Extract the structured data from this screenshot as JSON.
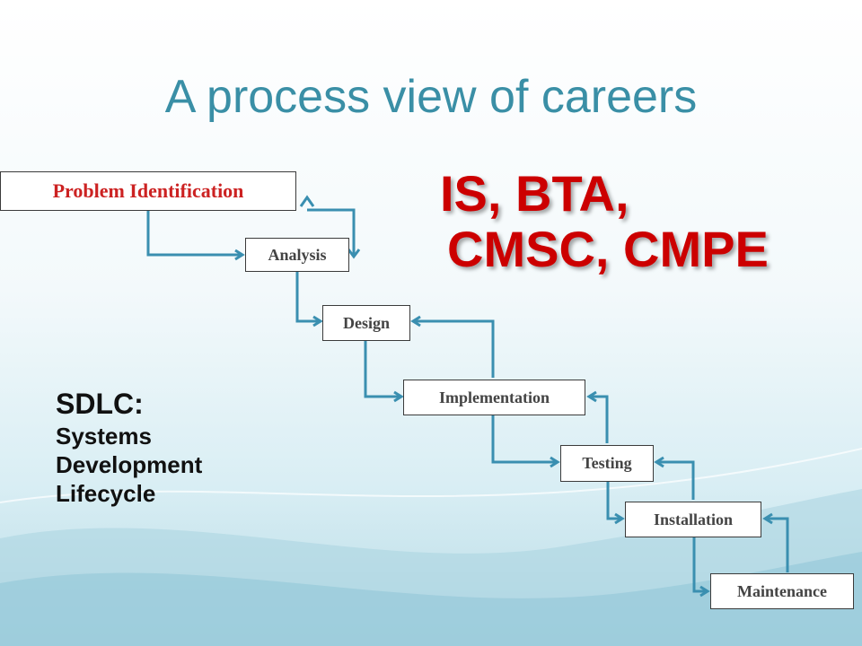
{
  "title": "A process view of careers",
  "callout": {
    "line1": "IS, BTA,",
    "line2": "CMSC, CMPE",
    "color": "#cc0000"
  },
  "sdlc": {
    "heading": "SDLC:",
    "lines": [
      "Systems",
      "Development",
      "Lifecycle"
    ]
  },
  "stages": [
    "Problem Identification",
    "Analysis",
    "Design",
    "Implementation",
    "Testing",
    "Installation",
    "Maintenance"
  ],
  "colors": {
    "title": "#3a8fa6",
    "connector": "#3a8fb0",
    "first_stage_text": "#cc2222"
  }
}
